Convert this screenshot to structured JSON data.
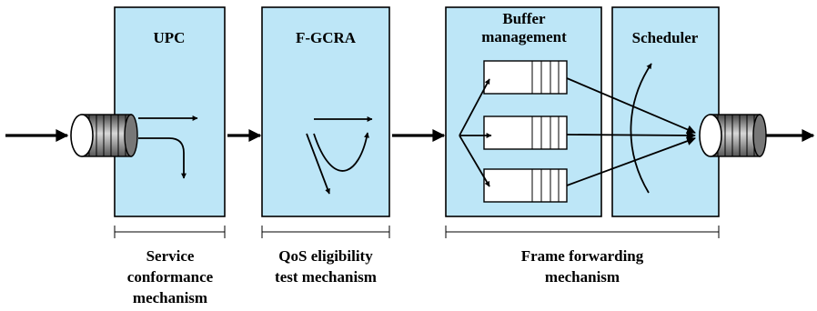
{
  "blocks": {
    "upc": "UPC",
    "fgcra": "F-GCRA",
    "buffer_line1": "Buffer",
    "buffer_line2": "management",
    "scheduler": "Scheduler"
  },
  "mechanisms": {
    "service_line1": "Service",
    "service_line2": "conformance",
    "service_line3": "mechanism",
    "qos_line1": "QoS eligibility",
    "qos_line2": "test mechanism",
    "frame_line1": "Frame forwarding",
    "frame_line2": "mechanism"
  },
  "colors": {
    "block_fill": "#bde6f7",
    "ink": "#000000"
  }
}
